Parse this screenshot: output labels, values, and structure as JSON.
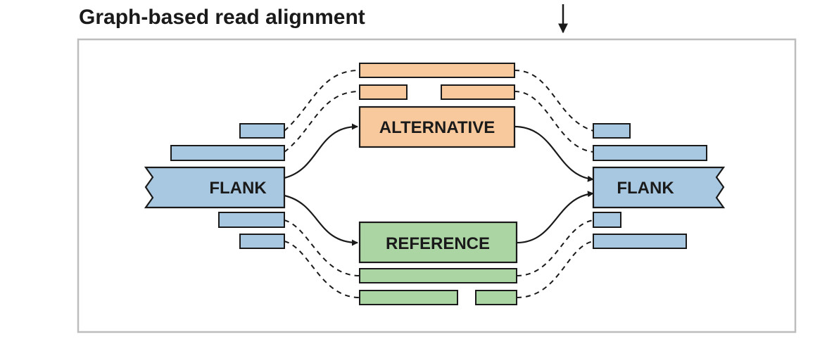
{
  "title": "Graph-based read alignment",
  "labels": {
    "left_flank": "FLANK",
    "right_flank": "FLANK",
    "alternative": "ALTERNATIVE",
    "reference": "REFERENCE"
  },
  "colors": {
    "flank_fill": "#a8c8e2",
    "alternative_fill": "#f8c99c",
    "reference_fill": "#abd5a3",
    "stroke": "#1a1a1a",
    "frame": "#bdbdbd"
  }
}
